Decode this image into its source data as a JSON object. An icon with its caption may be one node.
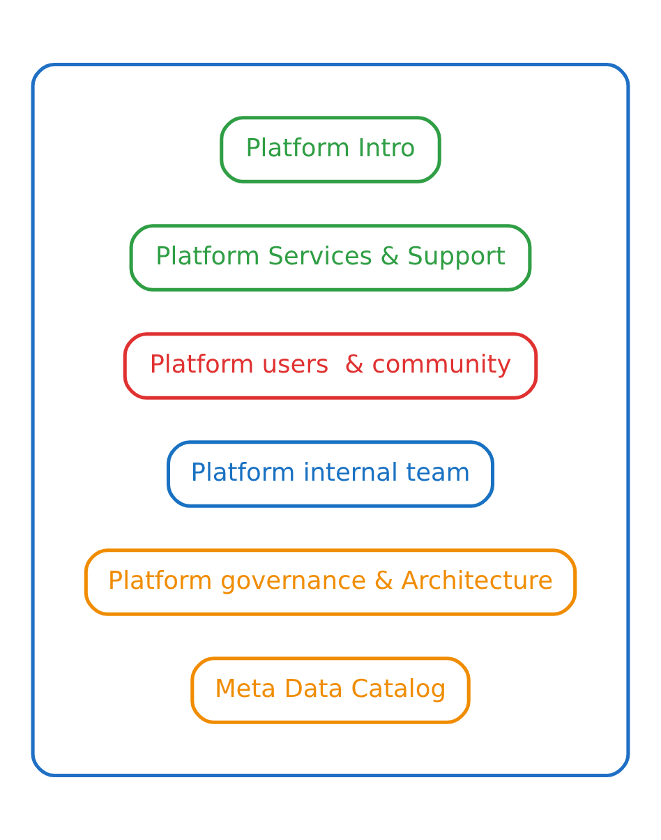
{
  "diagram": {
    "nodes": [
      {
        "text": [],
        "shape": "box"
      },
      {
        "text": [
          "Platform Intro"
        ],
        "in": 0
      },
      {
        "text": [
          "Platform Services & Support"
        ],
        "in": 0
      },
      {
        "text": [
          "Platform users  & community"
        ],
        "in": 0
      },
      {
        "text": [
          "Platform internal team"
        ],
        "in": 0
      },
      {
        "text": [
          "Platform governance & Architecture"
        ],
        "in": 0
      },
      {
        "text": [
          "Meta Data Catalog"
        ],
        "in": 0
      }
    ]
  }
}
